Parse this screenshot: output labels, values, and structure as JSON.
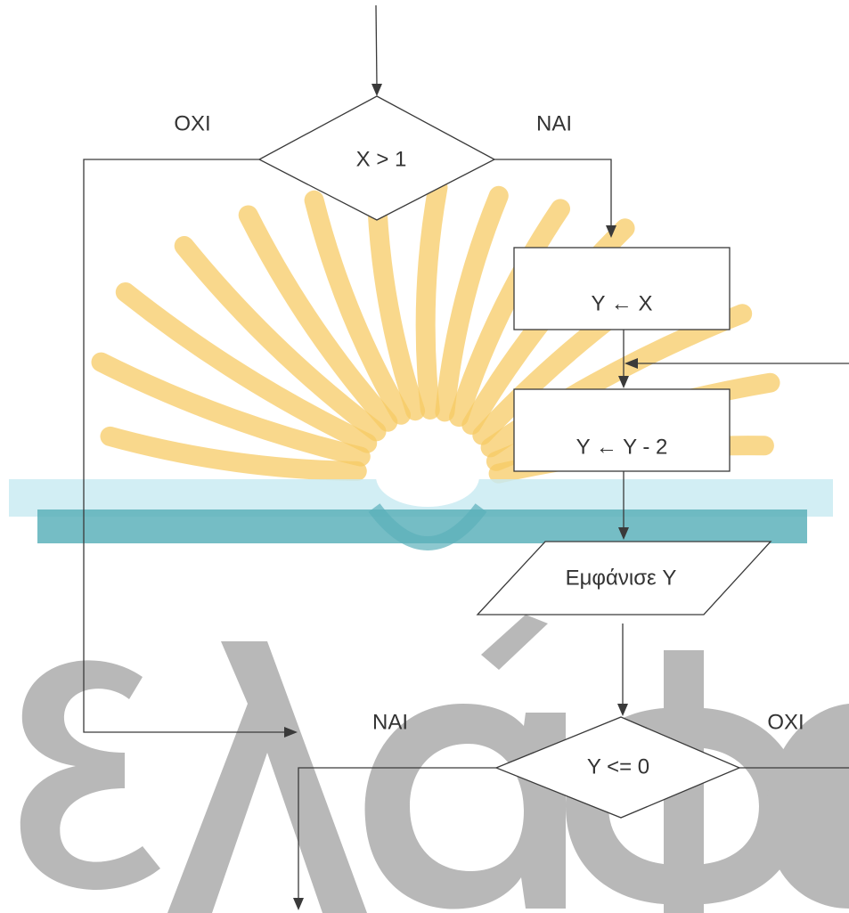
{
  "watermark": {
    "colors": {
      "rays": "#f6c24a",
      "book_light": "#b6e3ec",
      "book_dark": "#2f97a3",
      "letters": "#8a8a8a"
    }
  },
  "flowchart": {
    "decision_x_gt_1": {
      "text": "X > 1",
      "no_label": "ΟΧΙ",
      "yes_label": "ΝΑΙ"
    },
    "assign_y_x": {
      "text": "Y ← X"
    },
    "assign_y_y_minus_2": {
      "text": "Y ← Y - 2"
    },
    "output_y": {
      "text": "Εμφάνισε Y"
    },
    "decision_y_le_0": {
      "text": "Y <= 0",
      "yes_label": "ΝΑΙ",
      "no_label": "ΟΧΙ"
    }
  }
}
